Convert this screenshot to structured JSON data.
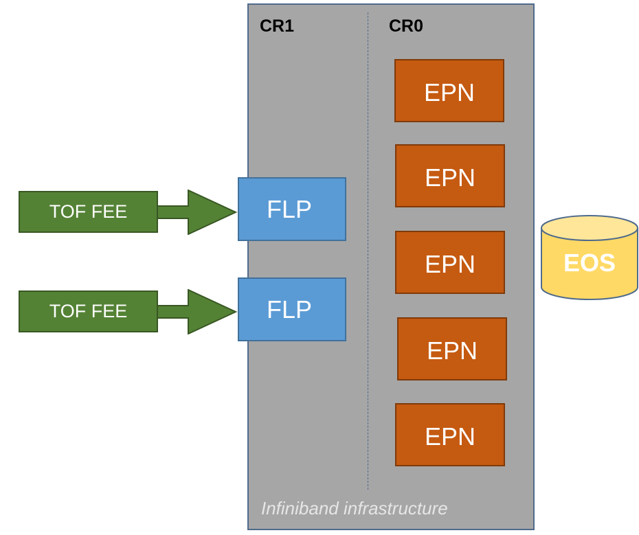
{
  "zones": {
    "cr1": "CR1",
    "cr0": "CR0",
    "infrastructure": "Infiniband infrastructure"
  },
  "epn_nodes": [
    "EPN",
    "EPN",
    "EPN",
    "EPN",
    "EPN"
  ],
  "flp_nodes": [
    "FLP",
    "FLP"
  ],
  "fee_sources": [
    "TOF FEE",
    "TOF FEE"
  ],
  "storage": "EOS",
  "colors": {
    "infrastructure": "#a6a6a6",
    "epn": "#c55a11",
    "flp": "#5b9bd5",
    "fee": "#548235",
    "storage": "#ffd966"
  }
}
